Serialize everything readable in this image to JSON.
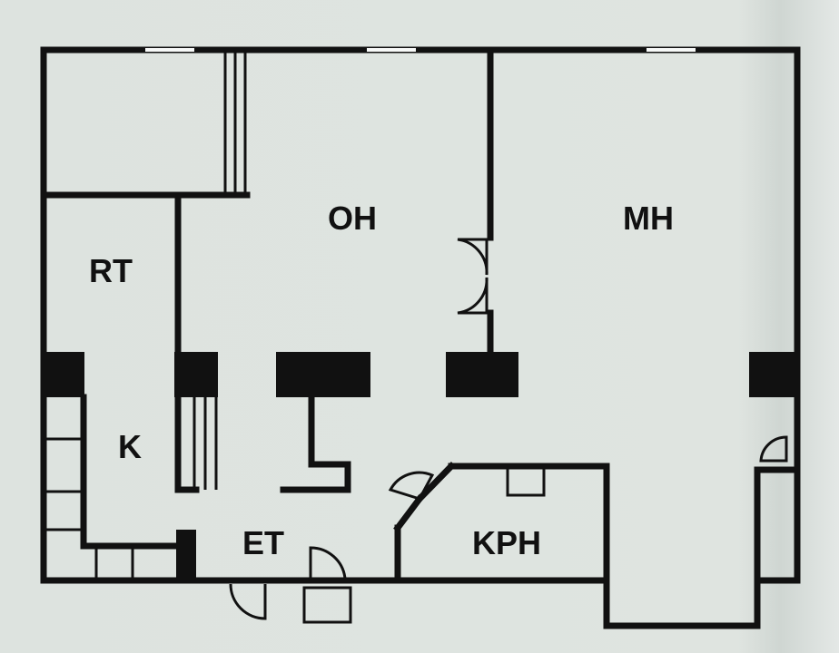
{
  "colors": {
    "background": "#dfe4e0",
    "wall": "#111111",
    "window": "#f7f9f8"
  },
  "rooms": [
    {
      "id": "oh",
      "label": "OH"
    },
    {
      "id": "mh",
      "label": "MH"
    },
    {
      "id": "rt",
      "label": "RT"
    },
    {
      "id": "k",
      "label": "K"
    },
    {
      "id": "et",
      "label": "ET"
    },
    {
      "id": "kph",
      "label": "KPH"
    }
  ]
}
